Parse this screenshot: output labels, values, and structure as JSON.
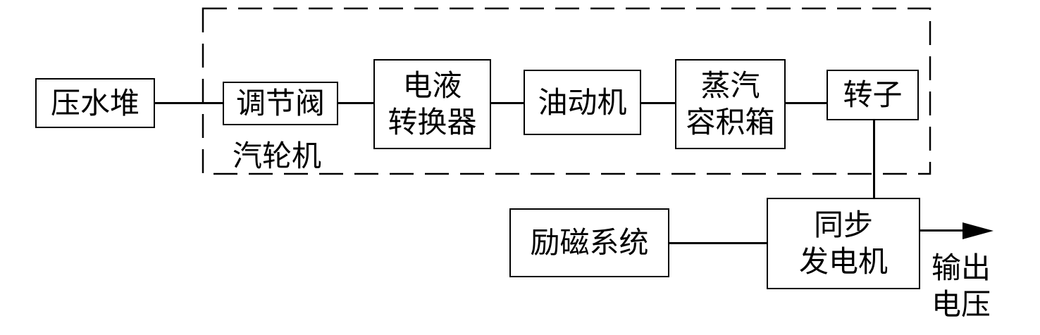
{
  "diagram": {
    "reactor": "压水堆",
    "turbine_group_label": "汽轮机",
    "valve": "调节阀",
    "converter": [
      "电液",
      "转换器"
    ],
    "servomotor": "油动机",
    "steam_volume": [
      "蒸汽",
      "容积箱"
    ],
    "rotor": "转子",
    "excitation": "励磁系统",
    "generator": [
      "同步",
      "发电机"
    ],
    "output": [
      "输出",
      "电压"
    ]
  }
}
